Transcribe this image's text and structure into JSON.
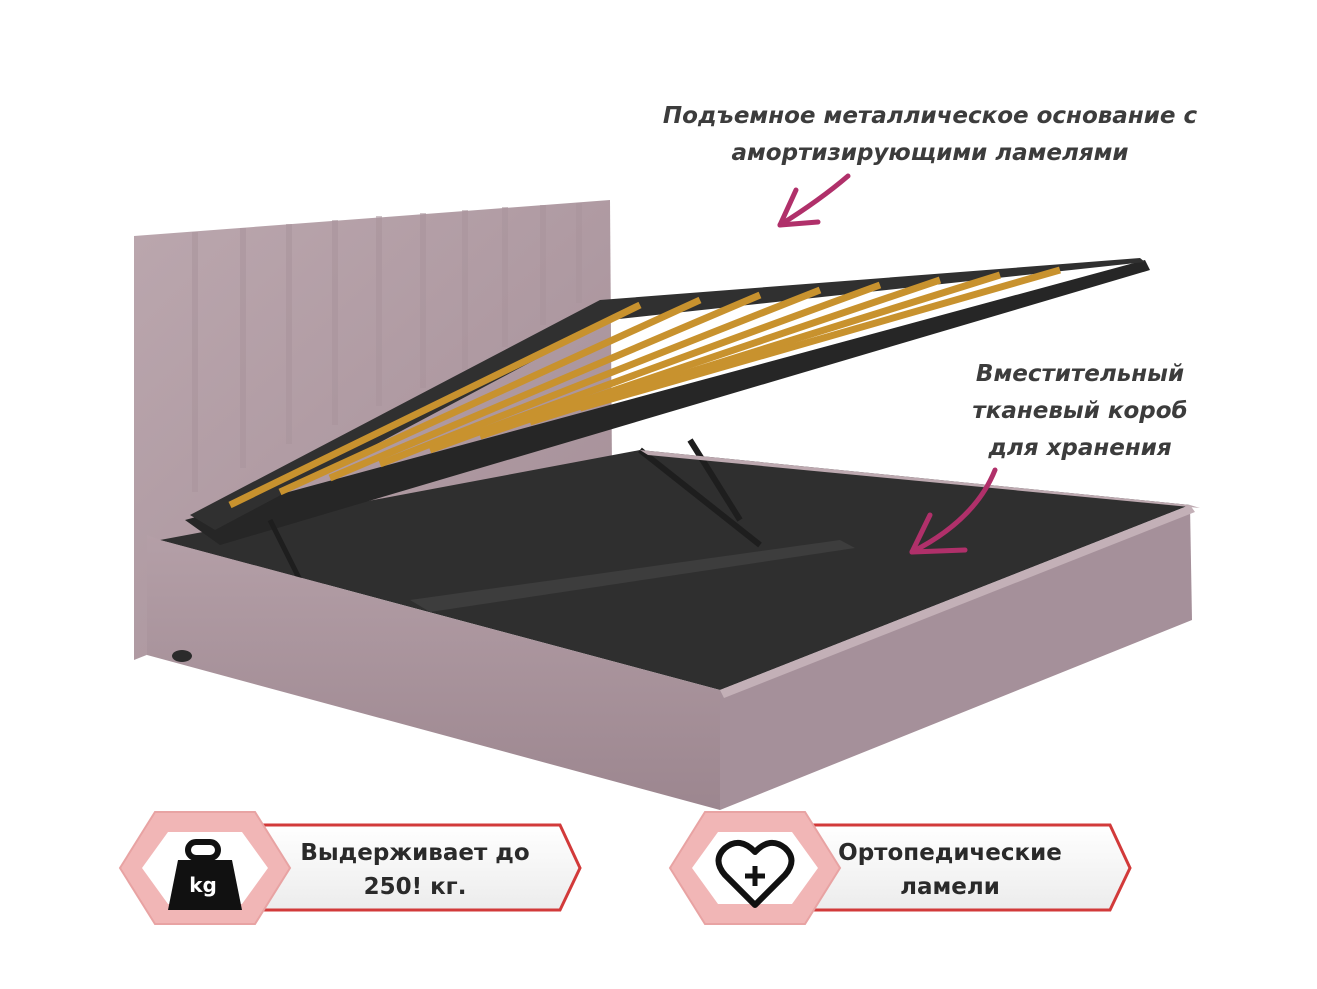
{
  "callouts": {
    "lift_base_line1": "Подъемное металлическое основание с",
    "lift_base_line2": "амортизирующими ламелями",
    "storage_line1": "Вместительный",
    "storage_line2": "тканевый короб",
    "storage_line3": "для хранения"
  },
  "badges": [
    {
      "icon": "weight-kg-icon",
      "icon_text": "kg",
      "line1": "Выдерживает до",
      "line2": "250! кг."
    },
    {
      "icon": "heart-plus-icon",
      "line1": "Ортопедические",
      "line2": "ламели"
    }
  ],
  "colors": {
    "upholstery": "#b39ea6",
    "upholstery_dark": "#9d8790",
    "frame": "#2b2b2b",
    "slats": "#c8922e",
    "arrow": "#b0306a",
    "badge_border": "#d23a3a",
    "badge_hex": "#f1b6b6"
  }
}
